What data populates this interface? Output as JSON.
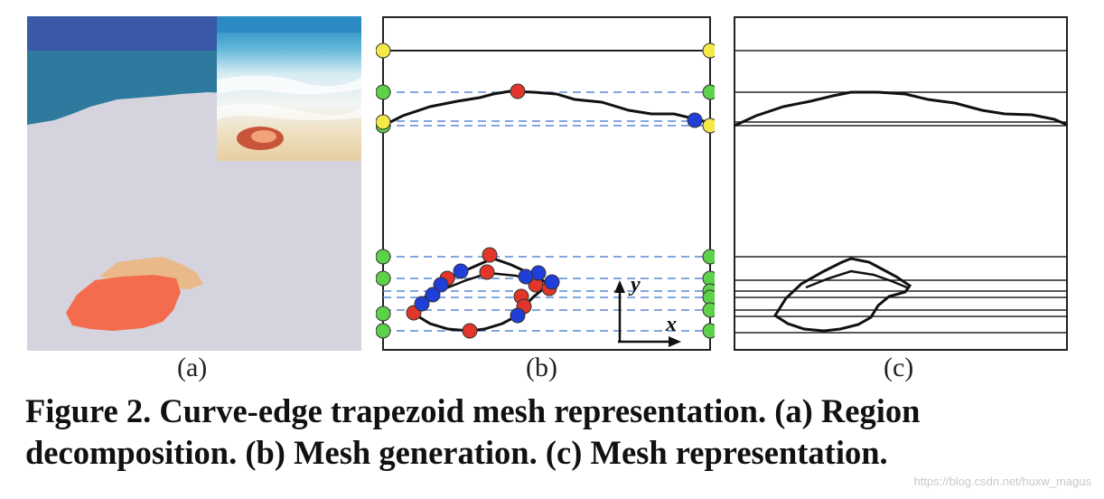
{
  "figure": {
    "sublabels": {
      "a": "(a)",
      "b": "(b)",
      "c": "(c)"
    },
    "axis_labels": {
      "y": "y",
      "x": "x"
    },
    "caption_line1": "Figure 2. Curve-edge trapezoid mesh representation. (a) Region",
    "caption_line2": "decomposition. (b) Mesh generation. (c) Mesh representation."
  },
  "watermark": "https://blog.csdn.net/huxw_magus",
  "colors": {
    "sky": "#3a5aa8",
    "sea": "#2e7a9e",
    "sand": "#d5d4de",
    "shell_light": "#e9b98a",
    "shell_main": "#f46c4e",
    "point_red": "#e2362b",
    "point_blue": "#1f3fd8",
    "point_green": "#5ed14a",
    "point_yellow": "#f5e94a",
    "dashed_line": "#5b88d6"
  }
}
